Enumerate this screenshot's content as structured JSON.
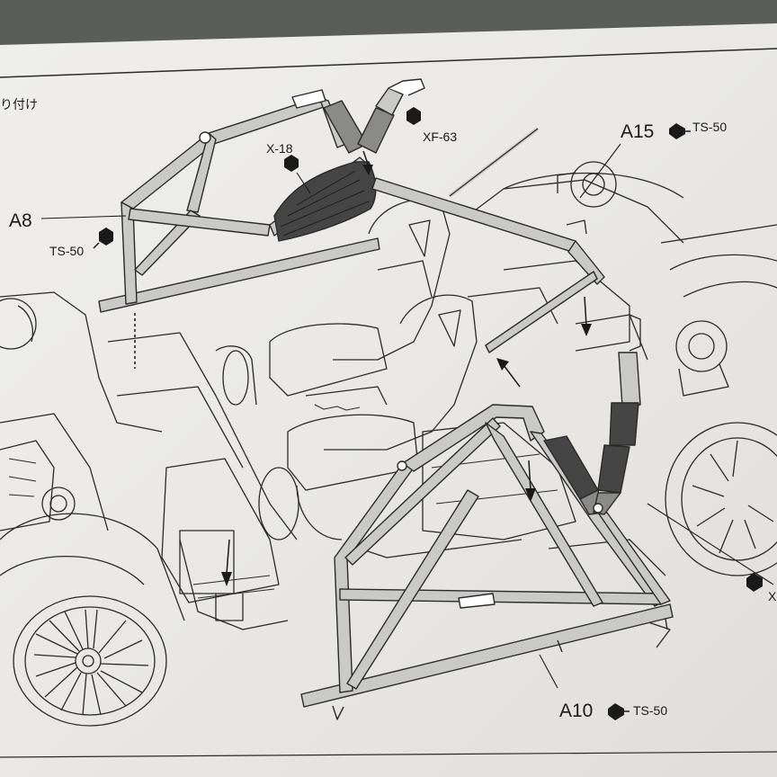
{
  "header": {
    "section_title": "り付け"
  },
  "parts": {
    "a8": "A8",
    "a10": "A10",
    "a15": "A15"
  },
  "paints": {
    "ts50_left": "TS-50",
    "ts50_a15": "TS-50",
    "ts50_a10": "TS-50",
    "xf63": "XF-63",
    "x18": "X-18",
    "x_cut": "X"
  },
  "colors": {
    "paper": "#ecebe8",
    "line": "#2a2a2a",
    "bar_fill": "#c9c9c7",
    "dark_fill": "#454545",
    "background": "#5a5450"
  }
}
